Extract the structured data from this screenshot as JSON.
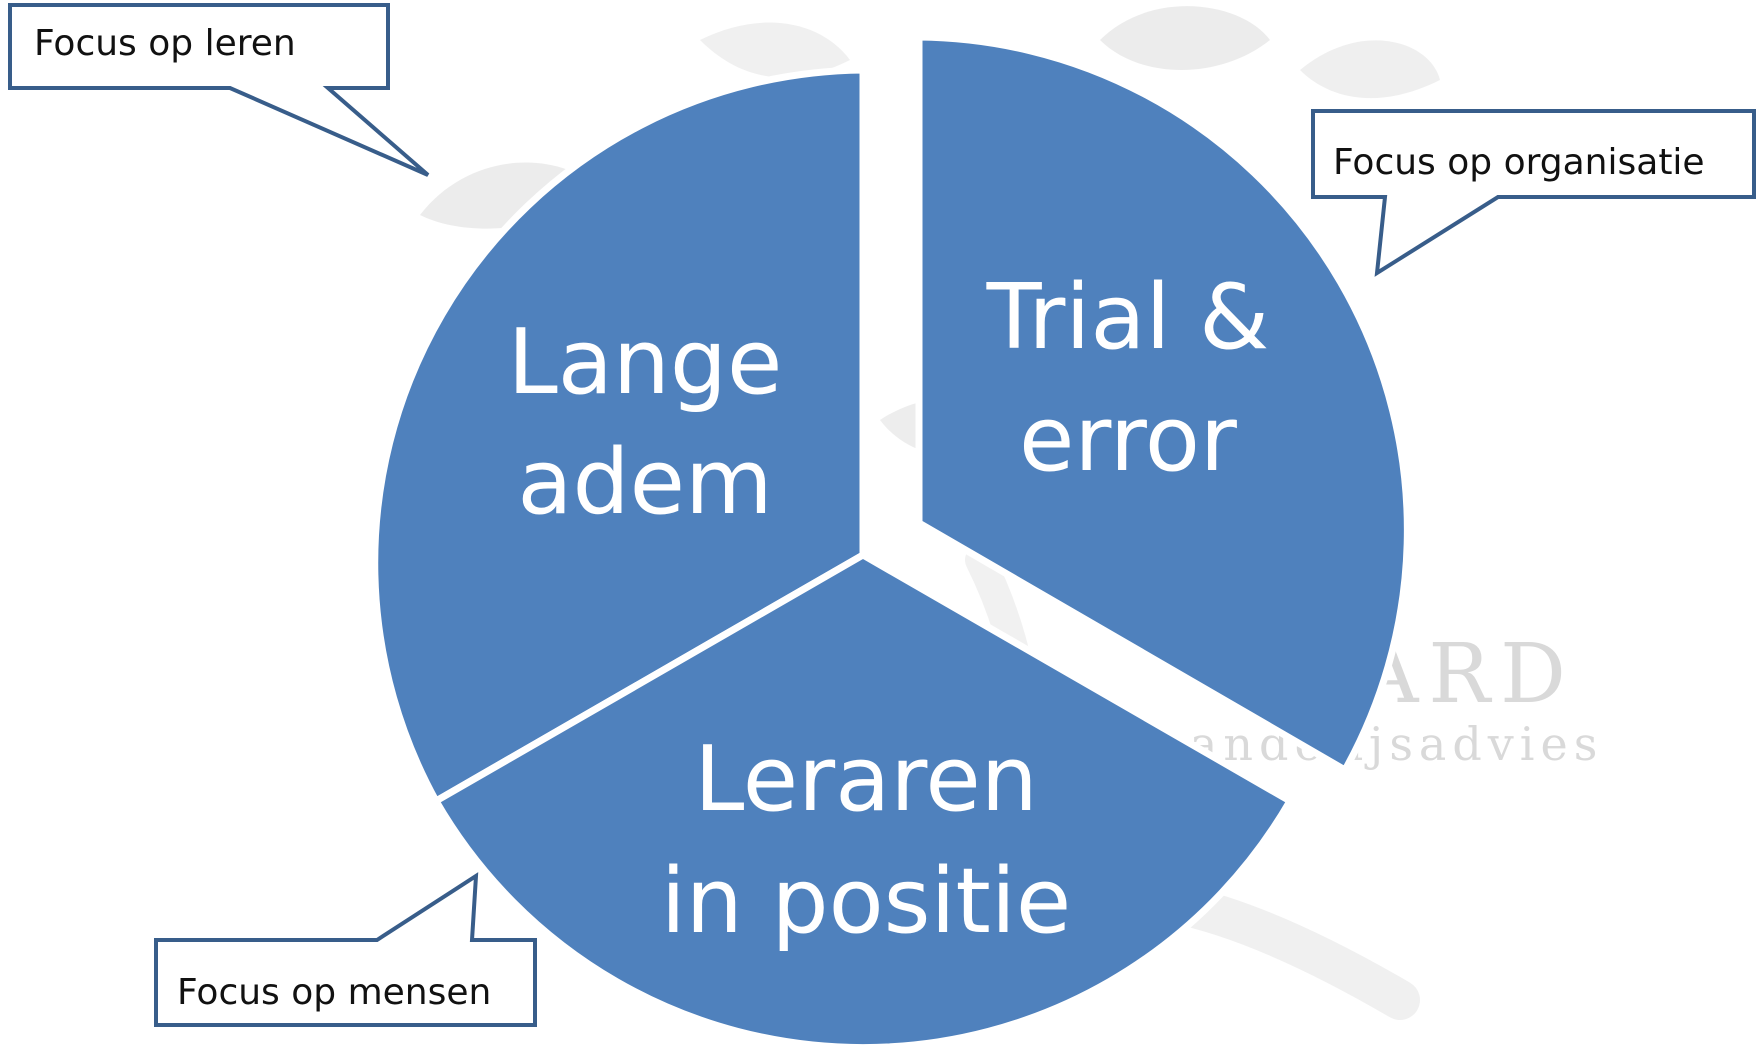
{
  "colors": {
    "segment_fill": "#4f81bd",
    "separator": "#ffffff",
    "callout_border": "#385d8a",
    "callout_text": "#111111",
    "watermark": "#d9d9d9"
  },
  "watermark": {
    "line1": "AARD",
    "line2": "ande   ijsadvies",
    "icon": "leaf-ornament-icon"
  },
  "segments": [
    {
      "id": "lange-adem",
      "lines": [
        "Lange",
        "adem"
      ]
    },
    {
      "id": "trial-error",
      "lines": [
        "Trial &",
        "error"
      ]
    },
    {
      "id": "leraren-in-positie",
      "lines": [
        "Leraren",
        "in positie"
      ]
    }
  ],
  "callouts": {
    "leren": "Focus op leren",
    "organisatie": "Focus op organisatie",
    "mensen": "Focus op mensen"
  }
}
